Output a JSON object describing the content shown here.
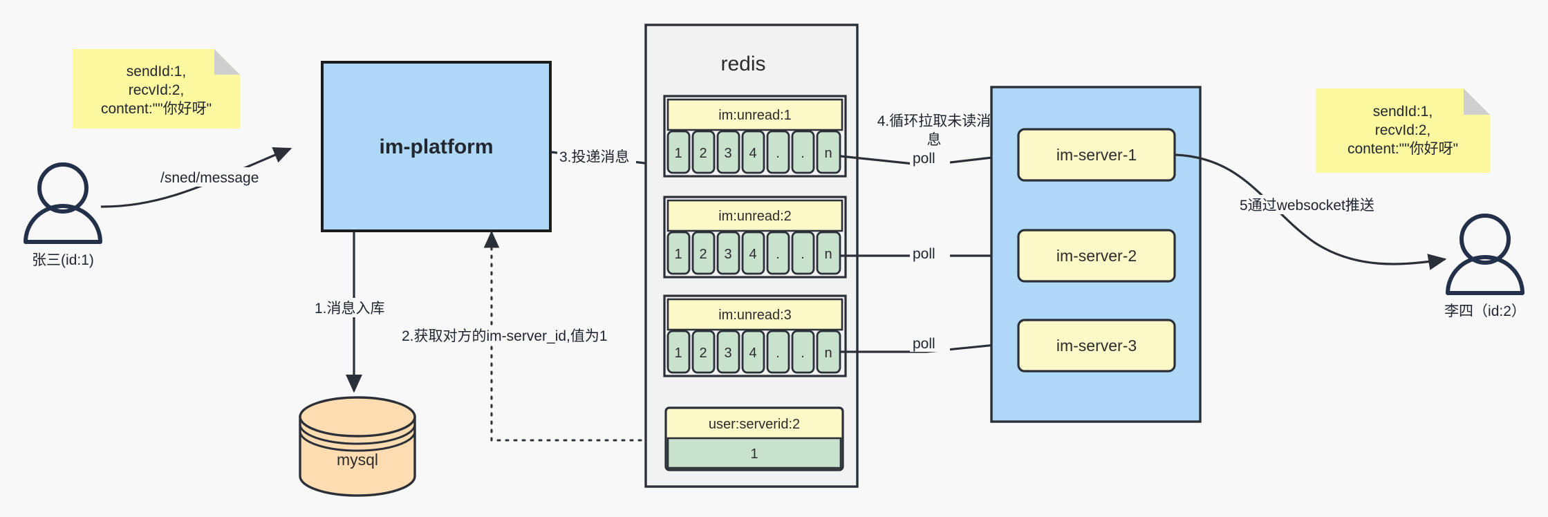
{
  "diagram": {
    "title": "IM message delivery architecture",
    "colors": {
      "background": "#f8f8f8",
      "blue_fill": "#afd7f6",
      "yellow_fill": "#fdf8c8",
      "note_fill": "#fbf8a0",
      "green_fill": "#c8e2ce",
      "orange_fill": "#fcdcb0",
      "gray_fill": "#f2f2f2",
      "stroke": "#2b2f38"
    },
    "actors": [
      {
        "id": "sender",
        "label": "张三(id:1)"
      },
      {
        "id": "receiver",
        "label": "李四（id:2）"
      }
    ],
    "notes": [
      {
        "id": "note-left",
        "lines": [
          "sendId:1,",
          "recvId:2,",
          "content:\"\"你好呀\""
        ]
      },
      {
        "id": "note-right",
        "lines": [
          "sendId:1,",
          "recvId:2,",
          "content:\"\"你好呀\""
        ]
      }
    ],
    "nodes": {
      "platform": {
        "label": "im-platform"
      },
      "mysql": {
        "label": "mysql"
      },
      "redis": {
        "label": "redis"
      },
      "server_group": {
        "servers": [
          {
            "label": "im-server-1"
          },
          {
            "label": "im-server-2"
          },
          {
            "label": "im-server-3"
          }
        ]
      }
    },
    "redis_keys": [
      {
        "name": "im:unread:1",
        "cells": [
          "1",
          "2",
          "3",
          "4",
          ".",
          ".",
          "n"
        ]
      },
      {
        "name": "im:unread:2",
        "cells": [
          "1",
          "2",
          "3",
          "4",
          ".",
          ".",
          "n"
        ]
      },
      {
        "name": "im:unread:3",
        "cells": [
          "1",
          "2",
          "3",
          "4",
          ".",
          ".",
          "n"
        ]
      }
    ],
    "redis_single": {
      "name": "user:serverid:2",
      "value": "1"
    },
    "edge_labels": {
      "send_message": "/sned/message",
      "step1": "1.消息入库",
      "step2": "2.获取对方的im-server_id,值为1",
      "step3": "3.投递消息",
      "step4_line1": "4.循环拉取未读消",
      "step4_line2": "息",
      "step5": "5通过websocket推送",
      "poll1": "poll",
      "poll2": "poll",
      "poll3": "poll"
    }
  }
}
